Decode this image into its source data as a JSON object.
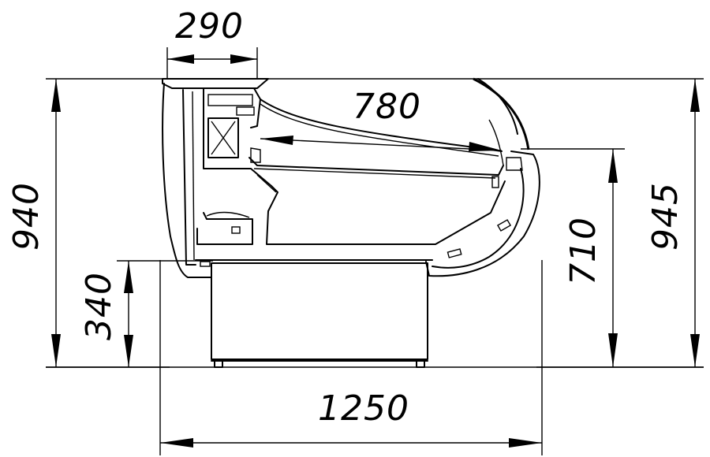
{
  "dimensions": {
    "top_depth": "290",
    "glass_span": "780",
    "total_height_left": "940",
    "base_height": "340",
    "working_height": "710",
    "total_height_right": "945",
    "total_width": "1250"
  },
  "colors": {
    "line": "#000000",
    "background": "#ffffff"
  }
}
